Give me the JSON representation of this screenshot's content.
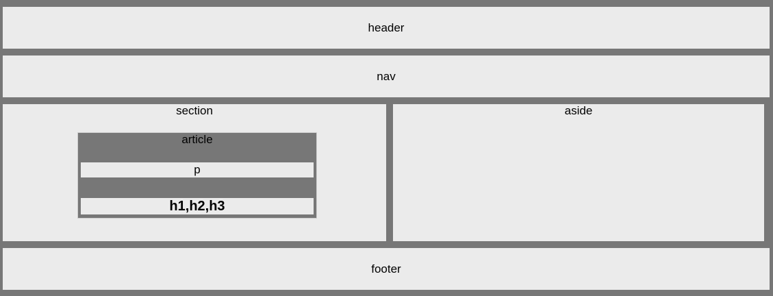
{
  "layout": {
    "header": "header",
    "nav": "nav",
    "section": "section",
    "aside": "aside",
    "footer": "footer",
    "article": "article",
    "p": "p",
    "headings": "h1,h2,h3"
  },
  "colors": {
    "background": "#777777",
    "box": "#ebebeb"
  }
}
